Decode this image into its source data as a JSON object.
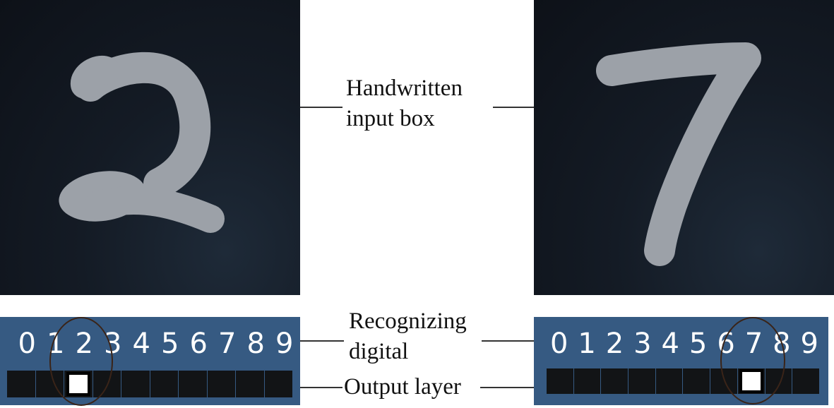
{
  "labels": {
    "input_box": [
      "Handwritten",
      "input box"
    ],
    "recognizing": [
      "Recognizing",
      "digital"
    ],
    "output_layer": "Output layer"
  },
  "left": {
    "digit_drawn": "2",
    "digits": [
      "0",
      "1",
      "2",
      "3",
      "4",
      "5",
      "6",
      "7",
      "8",
      "9"
    ],
    "active_index": 2
  },
  "right": {
    "digit_drawn": "7",
    "digits": [
      "0",
      "1",
      "2",
      "3",
      "4",
      "5",
      "6",
      "7",
      "8",
      "9"
    ],
    "active_index": 7
  },
  "colors": {
    "stroke": "#9ca1a8",
    "panel": "#365a82",
    "input_bg": "#121923"
  }
}
